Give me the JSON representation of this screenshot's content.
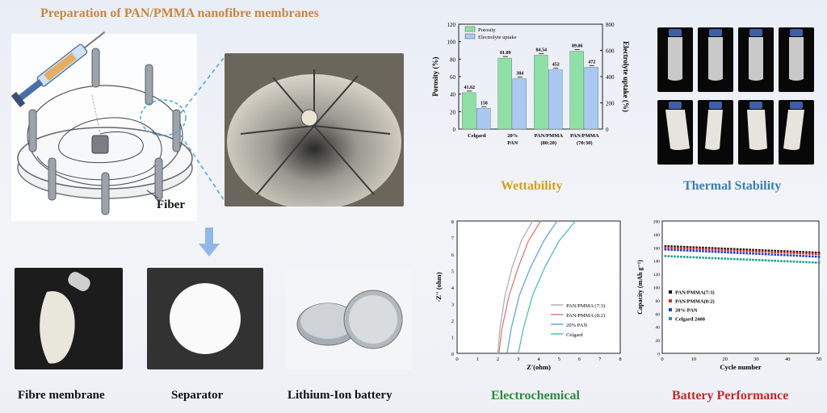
{
  "title": "Preparation of PAN/PMMA nanofibre membranes",
  "schematic": {
    "fiber_label": "Fiber"
  },
  "bottom_photos": {
    "fibre_membrane": "Fibre membrane",
    "separator": "Separator",
    "battery": "Lithium-Ion battery"
  },
  "captions": {
    "wettability": "Wettability",
    "thermal_stability": "Thermal Stability",
    "electrochemical": "Electrochemical",
    "battery_performance": "Battery Performance"
  },
  "colors": {
    "title": "#c8873f",
    "wettability": "#d4a017",
    "thermal": "#3a7fb5",
    "electrochemical": "#2e8b3e",
    "battery_performance": "#c62828",
    "arrow": "#8fb8e6"
  },
  "chart_data": [
    {
      "type": "bar",
      "categories": [
        "Celgard",
        "20% PAN",
        "PAN/PMMA (80:20)",
        "PAN/PMMA (70:30)"
      ],
      "category_lines": [
        [
          "Celgard"
        ],
        [
          "20%",
          "PAN"
        ],
        [
          "PAN/PMMA",
          "(80:20)"
        ],
        [
          "PAN/PMMA",
          "(70:30)"
        ]
      ],
      "series": [
        {
          "name": "Porosity",
          "values": [
            41.62,
            81.09,
            84.54,
            89.06
          ],
          "labels": [
            "41.62",
            "81.09",
            "84.54",
            "89.06"
          ],
          "color": "#8fe0a6",
          "axis": "left"
        },
        {
          "name": "Electrolyte uptake",
          "values": [
            158,
            384,
            452,
            472
          ],
          "labels": [
            "158",
            "384",
            "452",
            "472"
          ],
          "color": "#a9c8f2",
          "axis": "right"
        }
      ],
      "ylabel": "Porosity (%)",
      "y2label": "Electrolyte uptake (%)",
      "ylim": [
        0,
        120
      ],
      "y2lim": [
        0,
        800
      ],
      "yticks": [
        0,
        20,
        40,
        60,
        80,
        100,
        120
      ],
      "y2ticks": [
        0,
        200,
        400,
        600,
        800
      ],
      "legend": "top-left"
    },
    {
      "type": "line",
      "xlabel": "Z'(ohm)",
      "ylabel": "-Z'' (ohm)",
      "xlim": [
        0,
        8
      ],
      "ylim": [
        0,
        8
      ],
      "xticks": [
        0,
        1,
        2,
        3,
        4,
        5,
        6,
        7,
        8
      ],
      "yticks": [
        0,
        1,
        2,
        3,
        4,
        5,
        6,
        7,
        8
      ],
      "series": [
        {
          "name": "PAN/PMMA (7:3)",
          "color": "#b0b0b0",
          "x": [
            2.0,
            2.1,
            2.35,
            2.7,
            3.15,
            3.7
          ],
          "y": [
            0,
            1.5,
            3.5,
            5.2,
            6.8,
            8.0
          ]
        },
        {
          "name": "PAN/PMMA (8:2)",
          "color": "#e37a7a",
          "x": [
            2.05,
            2.2,
            2.55,
            3.0,
            3.5,
            4.1
          ],
          "y": [
            0,
            1.5,
            3.5,
            5.2,
            6.8,
            8.0
          ]
        },
        {
          "name": "20% PAN",
          "color": "#6aa0e8",
          "x": [
            2.45,
            2.65,
            3.05,
            3.6,
            4.25,
            4.9
          ],
          "y": [
            0,
            1.5,
            3.5,
            5.2,
            6.8,
            8.0
          ]
        },
        {
          "name": "Celgard",
          "color": "#4fc3a1",
          "x": [
            3.0,
            3.25,
            3.7,
            4.3,
            5.0,
            5.8
          ],
          "y": [
            0,
            1.5,
            3.5,
            5.2,
            6.8,
            8.0
          ]
        }
      ],
      "legend": "bottom-right"
    },
    {
      "type": "scatter",
      "xlabel": "Cycle number",
      "ylabel": "Capacity (mAh g⁻¹)",
      "xlim": [
        0,
        50
      ],
      "ylim": [
        0,
        200
      ],
      "xticks": [
        0,
        10,
        20,
        30,
        40,
        50
      ],
      "yticks": [
        0,
        20,
        40,
        60,
        80,
        100,
        120,
        140,
        160,
        180,
        200
      ],
      "series": [
        {
          "name": "PAN/PMMA(7:3)",
          "color": "#111111",
          "start": 162,
          "end": 152
        },
        {
          "name": "PAN/PMMA(8:2)",
          "color": "#d32f2f",
          "start": 160,
          "end": 150
        },
        {
          "name": "20% PAN",
          "color": "#1e3fd0",
          "start": 157,
          "end": 146
        },
        {
          "name": "Celgard 2400",
          "color": "#1f9e8f",
          "start": 147,
          "end": 137
        }
      ],
      "legend": "bottom-left"
    }
  ]
}
